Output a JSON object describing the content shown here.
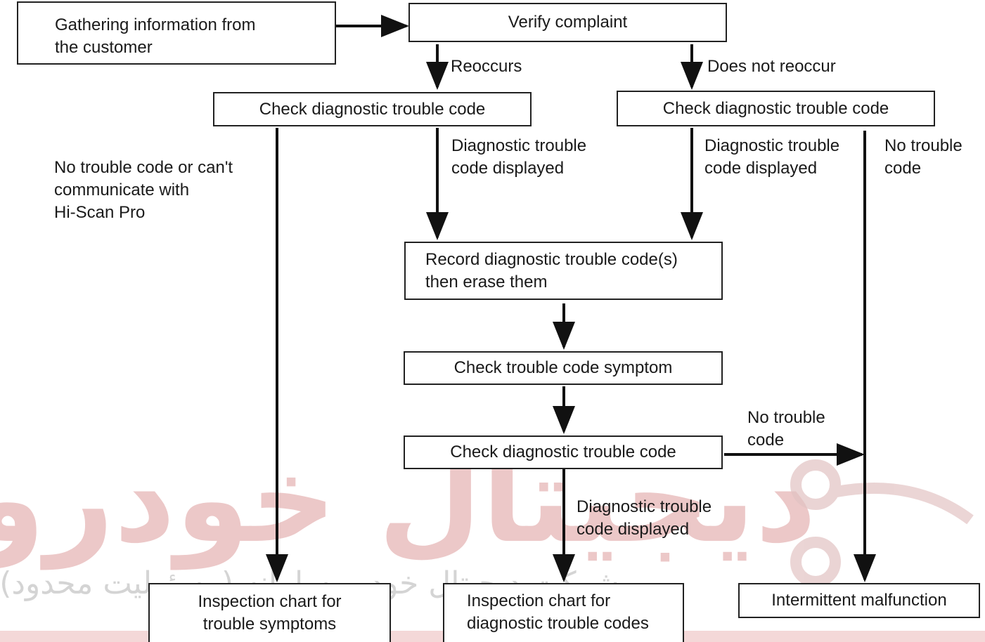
{
  "nodes": {
    "gather": "Gathering information from\nthe customer",
    "verify": "Verify complaint",
    "check_left": "Check diagnostic trouble code",
    "check_right": "Check diagnostic trouble code",
    "record": "Record diagnostic trouble code(s)\nthen erase them",
    "symptom": "Check trouble code symptom",
    "check_mid": "Check diagnostic trouble code",
    "chart_symptoms": "Inspection chart for\ntrouble symptoms",
    "chart_codes": "Inspection chart for\ndiagnostic trouble codes",
    "intermittent": "Intermittent malfunction"
  },
  "edge_labels": {
    "reoccurs": "Reoccurs",
    "not_reoccur": "Does not reoccur",
    "no_code_comm": "No trouble code or can't\ncommunicate with\nHi-Scan Pro",
    "dtc_left": "Diagnostic trouble\ncode displayed",
    "dtc_right": "Diagnostic trouble\ncode displayed",
    "no_code_right": "No trouble\ncode",
    "no_code_mid": "No trouble\ncode",
    "dtc_mid": "Diagnostic trouble\ncode displayed"
  },
  "watermark": {
    "brand": "دیجیتال خودرو",
    "company": "شرکت دیجیتال خودرو سامانه (مسئولیت محدود)",
    "colors": {
      "gray": "#d6d6d6",
      "red": "#e9a7a7"
    }
  }
}
